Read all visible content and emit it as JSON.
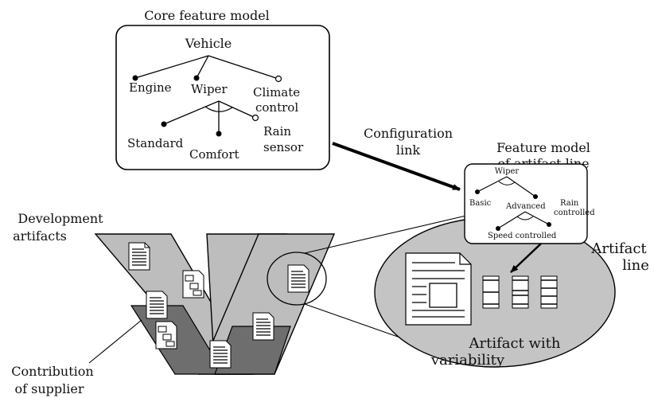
{
  "core_model": {
    "title": "Core feature model",
    "root": "Vehicle",
    "features": {
      "engine": "Engine",
      "wiper": "Wiper",
      "climate_line1": "Climate",
      "climate_line2": "control",
      "standard": "Standard",
      "comfort": "Comfort",
      "rain_line1": "Rain",
      "rain_line2": "sensor"
    }
  },
  "configuration_link": {
    "line1": "Configuration",
    "line2": "link"
  },
  "artifact_model": {
    "title_line1": "Feature model",
    "title_line2": "of artifact line",
    "root": "Wiper",
    "features": {
      "basic": "Basic",
      "advanced": "Advanced",
      "rain_line1": "Rain",
      "rain_line2": "controlled",
      "speed": "Speed controlled"
    }
  },
  "labels": {
    "dev_line1": "Development",
    "dev_line2": "artifacts",
    "artifact_line1": "Artifact",
    "artifact_line2": "line",
    "variability_line1": "Artifact with",
    "variability_line2": "variability",
    "supplier_line1": "Contribution",
    "supplier_line2": "of supplier"
  },
  "colors": {
    "v_light": "#bdbdbd",
    "v_dark": "#6e6e6e",
    "ellipse_fill": "#c4c4c4",
    "stroke": "#000000"
  }
}
